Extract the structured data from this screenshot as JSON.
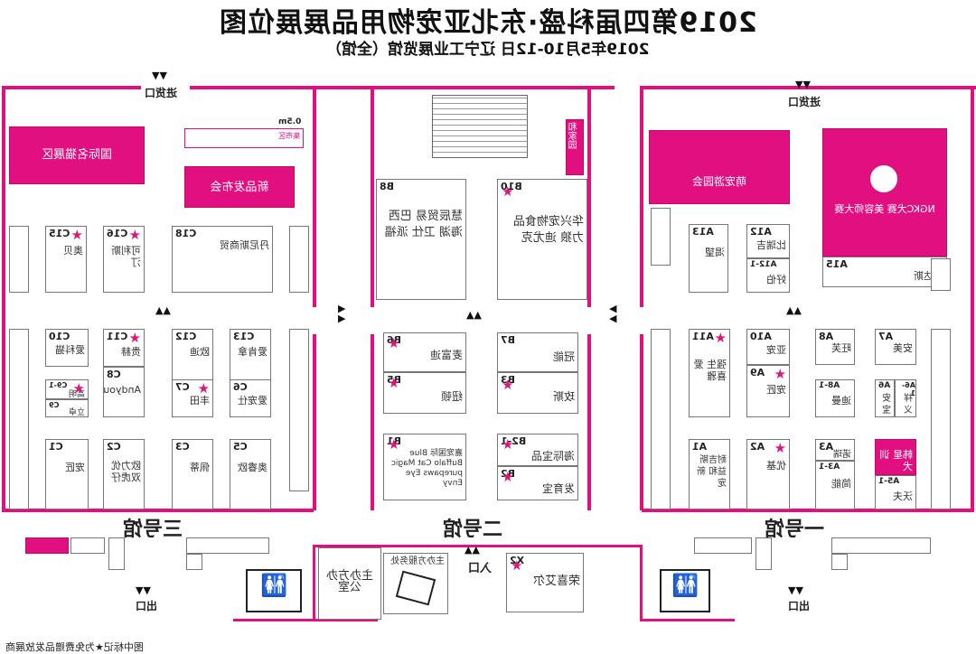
{
  "header": {
    "title": "2019第四届科盛·东北亚宠物用品展展位图",
    "subtitle": "2019年5月10-12日 辽宁工业展览馆（全馆）"
  },
  "halls": {
    "hall1": "一号馆",
    "hall2": "二号馆",
    "hall3": "三号馆"
  },
  "gates": {
    "goods_in_left": "进货口",
    "goods_in_right": "进货口",
    "exit_left": "出口",
    "exit_right": "出口",
    "entrance": "入口"
  },
  "facilities": {
    "office": "主办方办公室",
    "service": "主办方服务处",
    "market": "集市区",
    "market_size": "0.5m",
    "imported_pavilion": "国际名猫展区",
    "launch": "新品发布会",
    "he_jia_yuan": "和家园",
    "meng_long": "萌宠游园会",
    "ngkc_name": "NGKC犬赛 美容师大赛"
  },
  "legend": "图中标记★为免费赠品发放展商",
  "booths": {
    "B8": {
      "name": "慧辰贸易 巴西海湖 卫仕 派福"
    },
    "B10": {
      "name": "华兴宠物食品 力狼 迪尤克"
    },
    "B6": {
      "name": "麦富迪"
    },
    "B5": {
      "name": "纽顿"
    },
    "B7": {
      "name": "冠能"
    },
    "B3": {
      "name": "玫斯"
    },
    "B1": {
      "name": "嘉宠国际 Blue Buffalo Cat Magic purepaws Eye Envy"
    },
    "B2-1": {
      "name": "海际宝品"
    },
    "B2": {
      "name": "发育宝"
    },
    "X2": {
      "name": "荣喜艾尔"
    },
    "A13": {
      "name": "渴望"
    },
    "A12": {
      "name": "比瑞吉"
    },
    "A12-1": {
      "name": "好伯"
    },
    "A15": {
      "name": "威达斯"
    },
    "A11": {
      "name": "强生 爱喜雅"
    },
    "A10": {
      "name": "亚宠"
    },
    "A9": {
      "name": "宠匠"
    },
    "A8": {
      "name": "旺芙"
    },
    "A7": {
      "name": "安美"
    },
    "A8-1": {
      "name": "迪曼"
    },
    "A6": {
      "name": "安宝"
    },
    "A6-1": {
      "name": "祥义"
    },
    "A1": {
      "name": "耐吉斯 益和 新宠"
    },
    "A2": {
      "name": "优基"
    },
    "A3": {
      "name": "诺瑞"
    },
    "A3-1": {
      "name": "简能"
    },
    "A5": {
      "name": "韩星 训犬"
    },
    "A5-1": {
      "name": "沃夫"
    },
    "C15": {
      "name": "奥贝"
    },
    "C16": {
      "name": "可利斯汀"
    },
    "C18": {
      "name": "丹尼斯商贸"
    },
    "C10": {
      "name": "爱科猫"
    },
    "C11": {
      "name": "贵赫"
    },
    "C12": {
      "name": "欧迪"
    },
    "C13": {
      "name": "爱肯拿"
    },
    "C8": {
      "name": "Andyou"
    },
    "C7": {
      "name": "丰田"
    },
    "C6": {
      "name": "爱宠仕"
    },
    "C9-1": {
      "name": "高明"
    },
    "C9": {
      "name": "立卓"
    },
    "C1": {
      "name": "宠匠"
    },
    "C2": {
      "name": "欧力优 双虎仔"
    },
    "C3": {
      "name": "佩蒂"
    },
    "C5": {
      "name": "奥睿欧"
    }
  },
  "colors": {
    "accent": "#e20f80",
    "wall": "#e10f7f",
    "text": "#222222"
  }
}
